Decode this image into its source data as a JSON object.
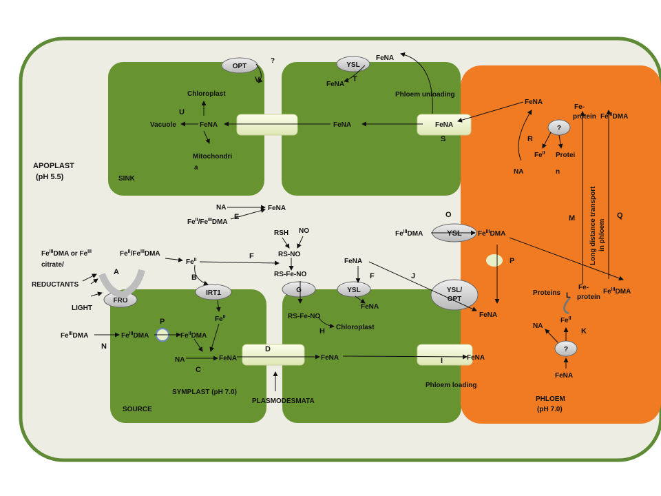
{
  "diagram": {
    "colors": {
      "apoplast_fill": "#eeede4",
      "apoplast_border": "#5e8a36",
      "cell_fill": "#679330",
      "phloem_fill": "#f07b22",
      "transporter_fill": "#d4d4d4",
      "plasmodesmata_fill": "#f0f4cf"
    },
    "regions": {
      "apoplast": "APOPLAST",
      "apoplast_ph": "(pH 5.5)",
      "sink": "SINK",
      "source": "SOURCE",
      "symplast": "SYMPLAST (pH 7.0)",
      "plasmodesmata": "PLASMODESMATA",
      "phloem": "PHLOEM",
      "phloem_ph": "(pH 7.0)",
      "phloem_unloading": "Phloem unloading",
      "phloem_loading": "Phloem loading",
      "long_distance_1": "Long distance transport",
      "long_distance_2": "in phloem"
    },
    "transporters": {
      "opt": "OPT",
      "ysl_top": "YSL",
      "ysl_o": "YSL",
      "ysl_mid": "YSL",
      "ysl_opt_1": "YSL/",
      "ysl_opt_2": "OPT",
      "fro": "FRO",
      "irt1": "IRT1",
      "g": "G",
      "q_top": "?",
      "q_bottom": "?",
      "q_opt": "?"
    },
    "letters": {
      "a": "A",
      "b": "B",
      "c": "C",
      "d": "D",
      "e": "E",
      "f1": "F",
      "f2": "F",
      "g_h": "H",
      "i": "I",
      "j": "J",
      "k": "K",
      "l": "L",
      "m": "M",
      "n": "N",
      "o": "O",
      "p1": "P",
      "p2": "P",
      "q": "Q",
      "r": "R",
      "s": "S",
      "t": "T",
      "u": "U",
      "v": "V"
    },
    "species": {
      "sink_chloroplast": "Chloroplast",
      "sink_vacuole": "Vacuole",
      "sink_fena": "FeNA",
      "sink_mito_1": "Mitochondri",
      "sink_mito_2": "a",
      "top_fena_ysl": "FeNA",
      "top_fena_out": "FeNA",
      "top_fena_mid": "FeNA",
      "top_fena_s": "FeNA",
      "ph_fena_top": "FeNA",
      "ph_fe_protein_1": "Fe-",
      "ph_fe_protein_2": "protein",
      "ph_fe3dma_top_pre": "Fe",
      "ph_fe3dma_top_sup": "III",
      "ph_fe3dma_top_post": "DMA",
      "ph_fe2_pre": "Fe",
      "ph_fe2_sup": "II",
      "ph_protein_1": "Protei",
      "ph_protein_2": "n",
      "ph_na_top": "NA",
      "na_e": "NA",
      "fena_e": "FeNA",
      "fe_e_pre": "Fe",
      "fe_e_sup1": "II",
      "fe_e_mid": "/Fe",
      "fe_e_sup2": "III",
      "fe_e_post": "DMA",
      "rsh": "RSH",
      "no": "NO",
      "rs_no": "RS-NO",
      "rs_fe_no": "RS-Fe-NO",
      "rs_fe_no_2": "RS-Fe-NO",
      "chloroplast_mid": "Chloroplast",
      "fena_mid_in": "FeNA",
      "fena_ysl_mid": "FeNA",
      "fe3dma_o_pre": "Fe",
      "fe3dma_o_sup": "III",
      "fe3dma_o_post": "DMA",
      "fe3dma_ph_pre": "Fe",
      "fe3dma_ph_sup": "III",
      "fe3dma_ph_post": "DMA",
      "fe3dma_left_pre": "Fe",
      "fe3dma_left_sup1": "III",
      "fe3dma_left_mid": "DMA or  Fe",
      "fe3dma_left_sup2": "III",
      "citrate": "citrate/",
      "reductants": "REDUCTANTS",
      "light": "LIGHT",
      "fe2fe3_pre": "Fe",
      "fe2fe3_sup1": "II",
      "fe2fe3_mid": "/Fe",
      "fe2fe3_sup2": "III",
      "fe2fe3_post": "DMA",
      "fe2_a_pre": "Fe",
      "fe2_a_sup": "II",
      "fe2_irt_pre": "Fe",
      "fe2_irt_sup": "II",
      "fe3dma_n_pre": "Fe",
      "fe3dma_n_sup": "III",
      "fe3dma_n_post": "DMA",
      "fe3dma_src_pre": "Fe",
      "fe3dma_src_sup": "III",
      "fe3dma_src_post": "DMA",
      "fe2dma_src_pre": "Fe",
      "fe2dma_src_sup": "II",
      "fe2dma_src_post": "DMA",
      "na_src": "NA",
      "fena_src": "FeNA",
      "fena_d": "FeNA",
      "fena_i": "FeNA",
      "fena_j": "FeNA",
      "proteins": "Proteins",
      "fe_protein_l_1": "Fe-",
      "fe_protein_l_2": "protein",
      "fe2_k_pre": "Fe",
      "fe2_k_sup": "II",
      "na_k": "NA",
      "fena_k": "FeNA",
      "fe3dma_q_pre": "Fe",
      "fe3dma_q_sup": "III",
      "fe3dma_q_post": "DMA",
      "fe3dma_mid_pre": "Fe",
      "fe3dma_mid_sup": "III",
      "fe3dma_mid_post": "DMA",
      "question_top": "?"
    }
  }
}
